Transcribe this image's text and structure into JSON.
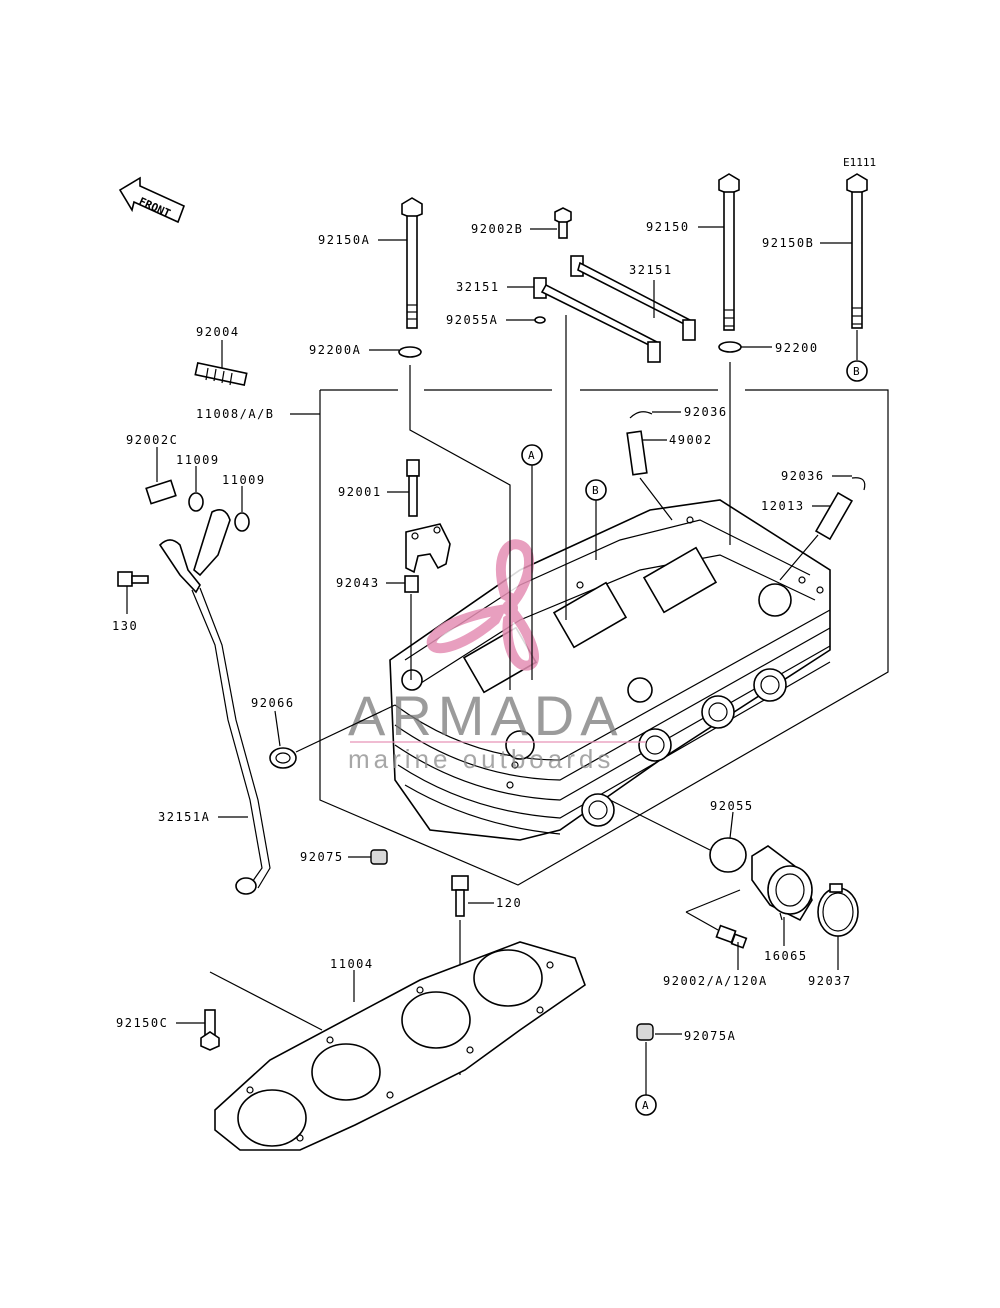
{
  "diagram_code": "E1111",
  "front_label": "FRONT",
  "watermark": {
    "brand": "ARMADA",
    "tagline": "marine outboards",
    "color": "#e58fb4"
  },
  "labels": {
    "p92150A": "92150A",
    "p92200A": "92200A",
    "p92002B": "92002B",
    "p32151_l": "32151",
    "p32151_r": "32151",
    "p92055A": "92055A",
    "p92150": "92150",
    "p92150B": "92150B",
    "p92200": "92200",
    "p92004": "92004",
    "p11008": "11008/A/B",
    "p92036_a": "92036",
    "p49002": "49002",
    "p92036_b": "92036",
    "p12013": "12013",
    "p92002C": "92002C",
    "p11009_a": "11009",
    "p11009_b": "11009",
    "p92001": "92001",
    "p92043": "92043",
    "p130": "130",
    "p92066": "92066",
    "p32151A": "32151A",
    "p92055": "92055",
    "p92075": "92075",
    "p120": "120",
    "p16065": "16065",
    "p92002A": "92002/A/120A",
    "p92037": "92037",
    "p11004": "11004",
    "p92150C": "92150C",
    "p92075A": "92075A"
  },
  "refs": {
    "A_top": "A",
    "B_mid": "B",
    "B_right": "B",
    "A_bottom": "A"
  }
}
